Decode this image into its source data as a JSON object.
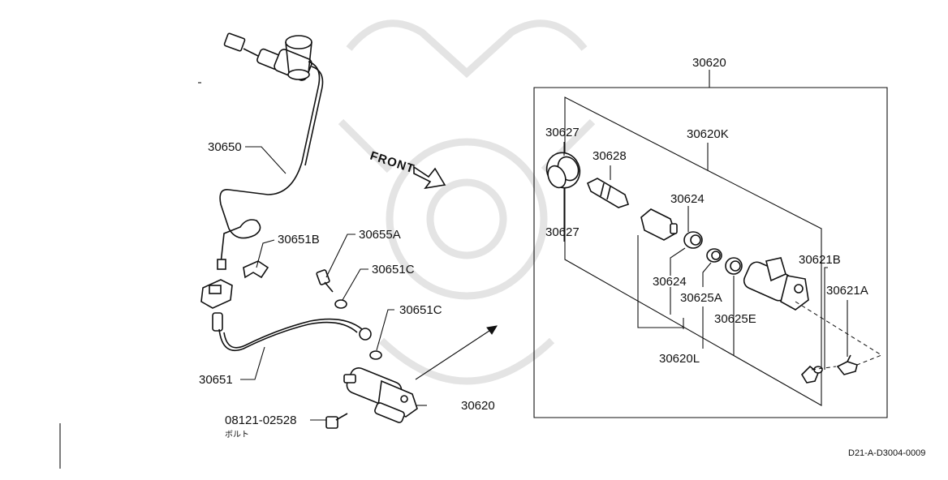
{
  "labels": {
    "p30650": "30650",
    "p30651B": "30651B",
    "p30655A": "30655A",
    "p30651C_1": "30651C",
    "p30651C_2": "30651C",
    "p30651": "30651",
    "p30620_main": "30620",
    "p08121": "08121-02528",
    "bolt_jp": "ボルト",
    "front": "FRONT",
    "p30620_box": "30620",
    "p30627_top": "30627",
    "p30627_bot": "30627",
    "p30628": "30628",
    "p30620K": "30620K",
    "p30624_top": "30624",
    "p30624_bot": "30624",
    "p30625A": "30625A",
    "p30625E": "30625E",
    "p30620L": "30620L",
    "p30621B": "30621B",
    "p30621A": "30621A"
  },
  "footer": {
    "diagram_code": "D21-A-D3004-0009"
  }
}
